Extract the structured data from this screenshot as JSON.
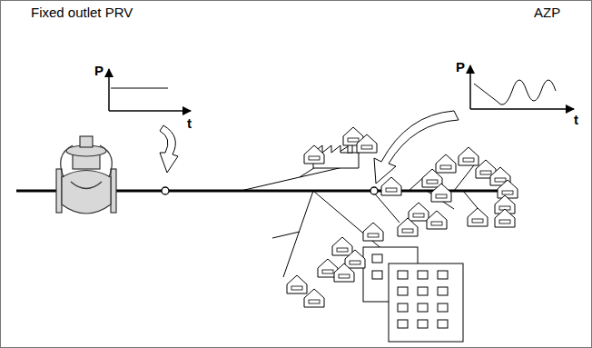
{
  "diagram": {
    "labels": [
      "Fixed outlet PRV",
      "P",
      "t",
      "AZP",
      "P",
      "t"
    ]
  }
}
